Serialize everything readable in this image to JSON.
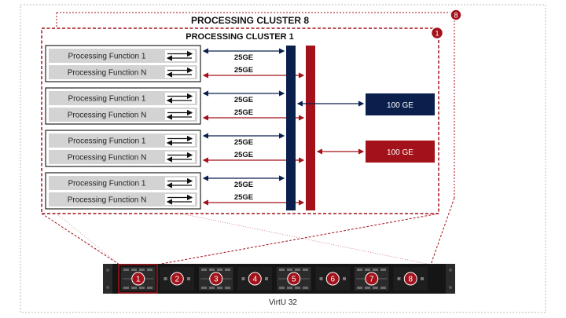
{
  "cluster_outer": {
    "title": "PROCESSING CLUSTER 8",
    "badge": "8"
  },
  "cluster_inner": {
    "title": "PROCESSING CLUSTER 1",
    "badge": "1"
  },
  "groups": [
    {
      "functions": [
        "Processing Function 1",
        "Processing Function N"
      ],
      "links": [
        "25GE",
        "25GE"
      ]
    },
    {
      "functions": [
        "Processing Function 1",
        "Processing Function N"
      ],
      "links": [
        "25GE",
        "25GE"
      ]
    },
    {
      "functions": [
        "Processing Function 1",
        "Processing Function N"
      ],
      "links": [
        "25GE",
        "25GE"
      ]
    },
    {
      "functions": [
        "Processing Function 1",
        "Processing Function N"
      ],
      "links": [
        "25GE",
        "25GE"
      ]
    }
  ],
  "uplinks": [
    {
      "label": "100 GE",
      "color": "#0b1f4d"
    },
    {
      "label": "100 GE",
      "color": "#a3121a"
    }
  ],
  "device": {
    "label": "VirtU 32",
    "slots": [
      "1",
      "2",
      "3",
      "4",
      "5",
      "6",
      "7",
      "8"
    ]
  },
  "colors": {
    "navy": "#0b1f4d",
    "red": "#a3121a",
    "badge": "#a3121a"
  }
}
